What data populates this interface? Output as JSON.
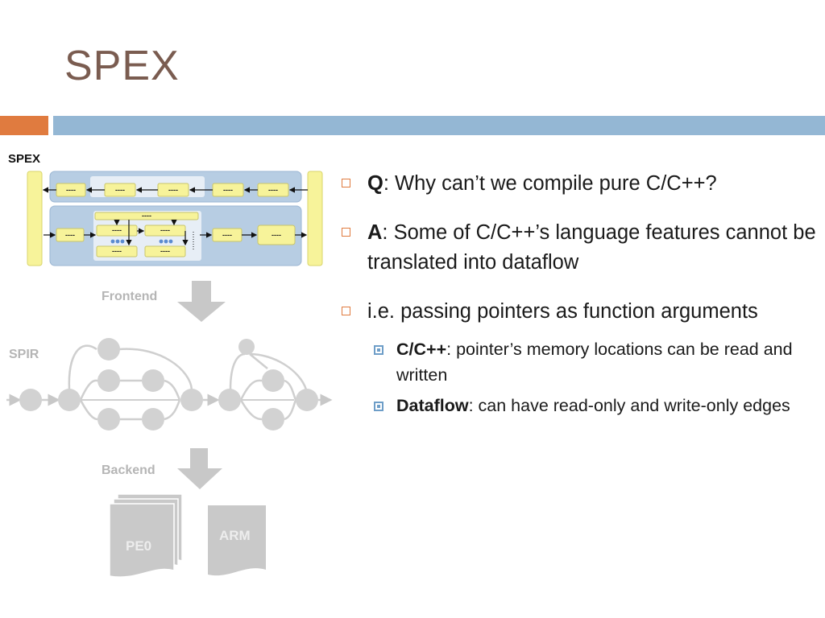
{
  "slide": {
    "title": "SPEX",
    "colors": {
      "title": "#7a5c50",
      "accent_orange": "#e07b3f",
      "accent_blue": "#94b7d4"
    }
  },
  "diagram": {
    "spex_label": "SPEX",
    "frontend_label": "Frontend",
    "spir_label": "SPIR",
    "backend_label": "Backend",
    "pe0_label": "PE0",
    "arm_label": "ARM",
    "box_text": "----"
  },
  "bullets": [
    {
      "prefix": "Q",
      "text": ": Why can’t we compile pure C/C++?"
    },
    {
      "prefix": "A",
      "text": ": Some of C/C++’s language features cannot be translated into dataflow"
    },
    {
      "prefix": "",
      "text": "i.e. passing pointers as function arguments"
    }
  ],
  "subbullets": [
    {
      "prefix": "C/C++",
      "text": ": pointer’s memory locations can be read and written"
    },
    {
      "prefix": "Dataflow",
      "text": ": can have read-only and write-only edges"
    }
  ]
}
